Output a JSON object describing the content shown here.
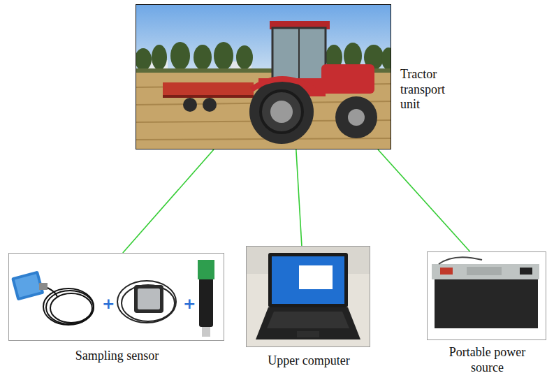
{
  "diagram": {
    "nodes": [
      {
        "text": [
          "Tractor transport unit"
        ]
      },
      {
        "text": [
          "Sampling sensor"
        ]
      },
      {
        "text": [
          "Upper computer"
        ]
      },
      {
        "text": [
          "Portable power source"
        ]
      }
    ],
    "edges": [
      {
        "from": 0,
        "to": 1,
        "arrow": "none"
      },
      {
        "from": 0,
        "to": 2,
        "arrow": "none"
      },
      {
        "from": 0,
        "to": 3,
        "arrow": "none"
      }
    ],
    "labels": [
      "+",
      "+"
    ]
  }
}
